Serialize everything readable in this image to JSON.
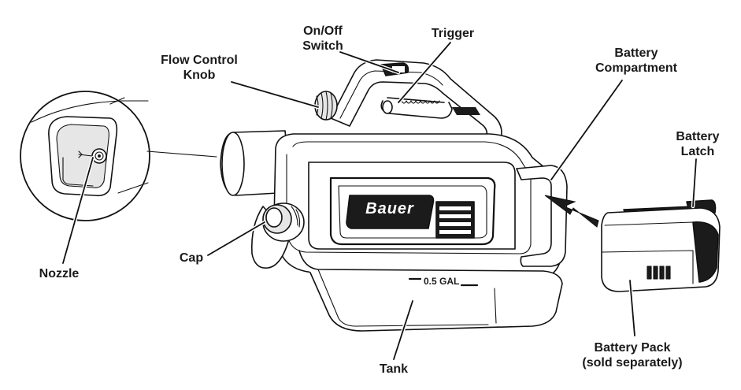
{
  "labels": {
    "on_off_switch": [
      "On/Off",
      "Switch"
    ],
    "trigger": [
      "Trigger"
    ],
    "flow_control_knob": [
      "Flow Control",
      "Knob"
    ],
    "battery_compartment": [
      "Battery",
      "Compartment"
    ],
    "battery_latch": [
      "Battery",
      "Latch"
    ],
    "nozzle": [
      "Nozzle"
    ],
    "cap": [
      "Cap"
    ],
    "battery_pack": [
      "Battery Pack",
      "(sold separately)"
    ],
    "tank": [
      "Tank"
    ]
  },
  "product": {
    "brand": "Bauer",
    "capacity": "0.5 GAL"
  },
  "colors": {
    "ink": "#111111",
    "panel": "#e6e6e6"
  }
}
